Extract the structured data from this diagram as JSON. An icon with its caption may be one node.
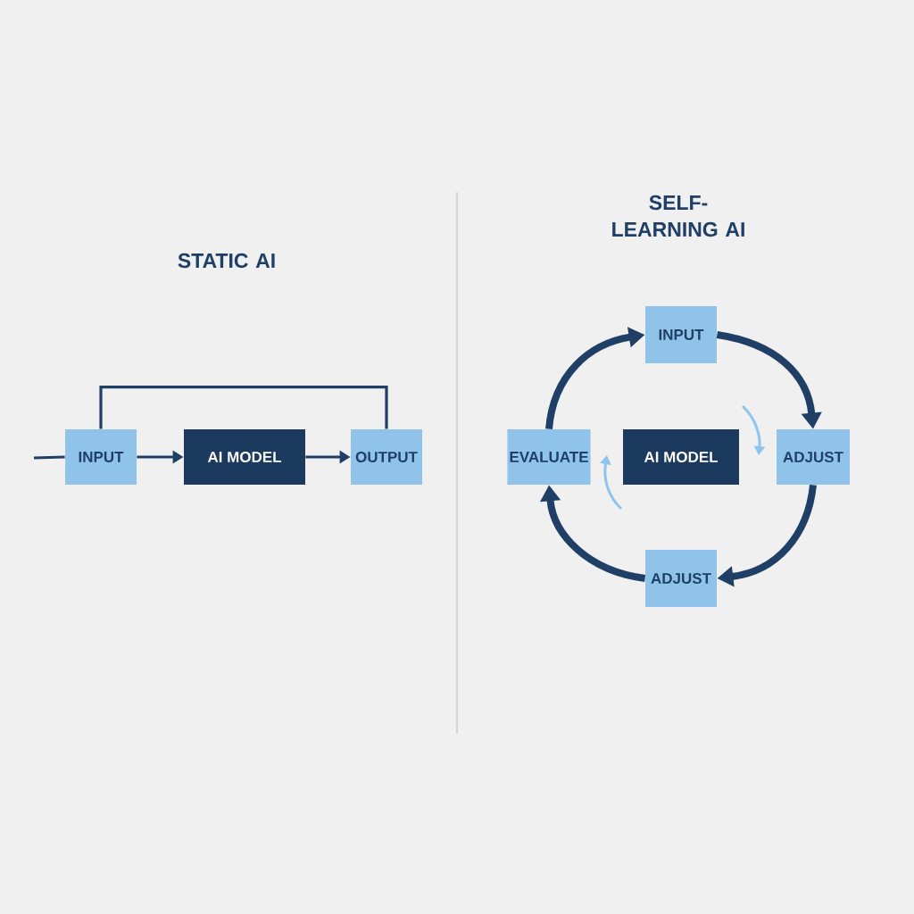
{
  "diagram": {
    "nodes": [
      {
        "text": [
          "INPUT"
        ]
      },
      {
        "text": [
          "AI MODEL"
        ]
      },
      {
        "text": [
          "OUTPUT"
        ]
      },
      {
        "text": [
          "INPUT"
        ]
      },
      {
        "text": [
          "ADJUST"
        ]
      },
      {
        "text": [
          "ADJUST"
        ]
      },
      {
        "text": [
          "EVALUATE"
        ]
      },
      {
        "text": [
          "AI MODEL"
        ]
      }
    ],
    "edges": [
      {
        "from": null,
        "to": 0,
        "arrow": "none"
      },
      {
        "from": 0,
        "to": 1,
        "arrow": "to"
      },
      {
        "from": 1,
        "to": 2,
        "arrow": "to"
      },
      {
        "from": 0,
        "to": 2,
        "arrow": "none"
      },
      {
        "from": 3,
        "to": 4,
        "arrow": "to",
        "style": "thick"
      },
      {
        "from": 4,
        "to": 5,
        "arrow": "to",
        "style": "thick"
      },
      {
        "from": 5,
        "to": 6,
        "arrow": "to",
        "style": "thick"
      },
      {
        "from": 6,
        "to": 3,
        "arrow": "to",
        "style": "thick"
      }
    ],
    "labels": [
      "SELF-LEARNING AI",
      "STATIC AI"
    ]
  }
}
